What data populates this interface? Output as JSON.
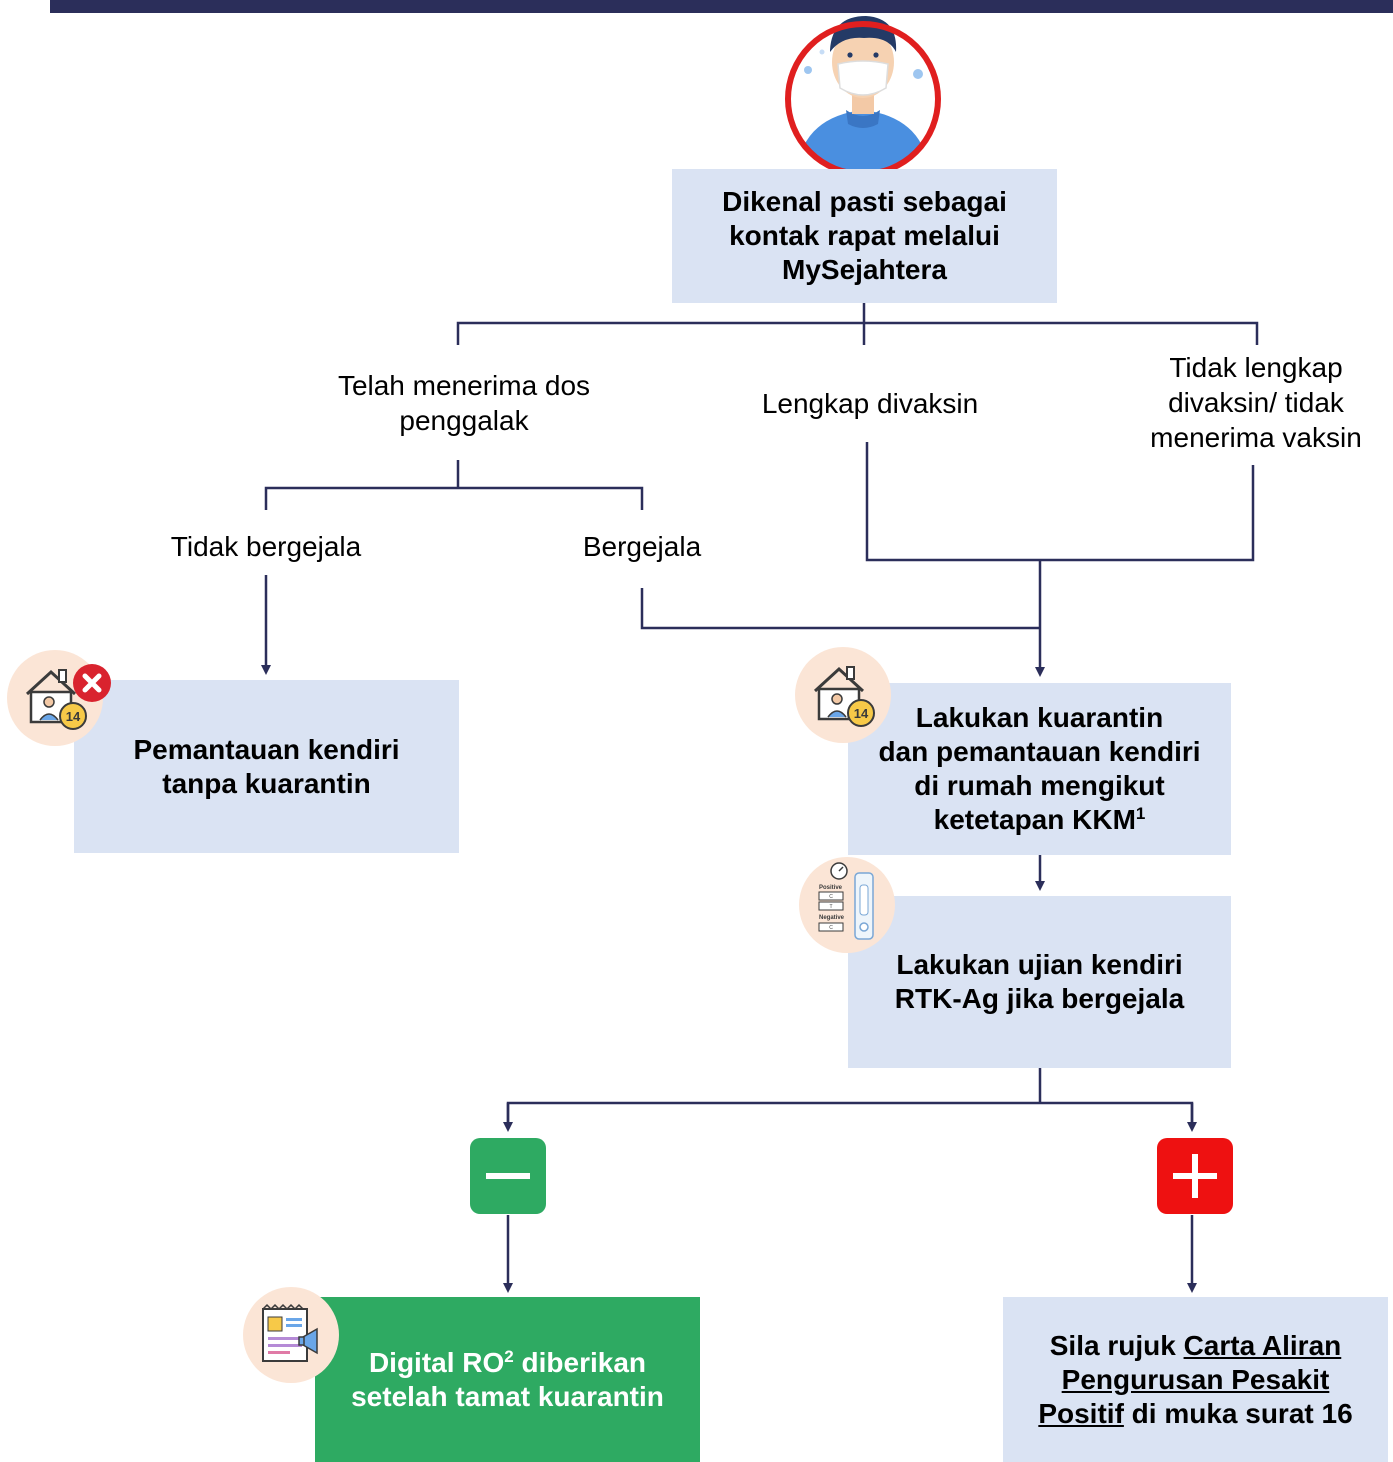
{
  "colors": {
    "box_fill": "#dae3f3",
    "green_box": "#2eaa62",
    "connector": "#2b2e5a",
    "negative_sign": "#2eaa62",
    "positive_sign": "#ee1111",
    "icon_bg": "#fbe5d6",
    "avatar_ring": "#e01f1f"
  },
  "nodes": {
    "start": {
      "line1": "Dikenal pasti sebagai",
      "line2": "kontak rapat melalui",
      "line3": "MySejahtera"
    },
    "self_monitor": {
      "line1": "Pemantauan kendiri",
      "line2": "tanpa kuarantin"
    },
    "quarantine": {
      "line1": "Lakukan kuarantin",
      "line2": "dan pemantauan kendiri",
      "line3": "di rumah mengikut",
      "line4": "ketetapan KKM",
      "sup": "1"
    },
    "self_test": {
      "line1": "Lakukan ujian kendiri",
      "line2": "RTK-Ag jika bergejala"
    },
    "digital_ro": {
      "pre": "Digital RO",
      "sup": "2",
      "post": " diberikan",
      "line2": "setelah tamat kuarantin"
    },
    "refer": {
      "pre": "Sila rujuk ",
      "link1": "Carta Aliran",
      "link2": "Pengurusan Pesakit",
      "link3": "Positif",
      "post": " di muka surat 16"
    }
  },
  "labels": {
    "booster_line1": "Telah menerima dos",
    "booster_line2": "penggalak",
    "fully_vaccinated": "Lengkap divaksin",
    "not_full_line1": "Tidak lengkap",
    "not_full_line2": "divaksin/ tidak",
    "not_full_line3": "menerima vaksin",
    "asymptomatic": "Tidak bergejala",
    "symptomatic": "Bergejala"
  },
  "icons": {
    "avatar": "masked-person-icon",
    "home_quarantine_cancel": "home-quarantine-cancel-icon",
    "home_quarantine": "home-quarantine-14-icon",
    "test_kit": "rtk-ag-test-kit-icon",
    "certificate": "digital-certificate-icon",
    "negative": "minus-icon",
    "positive": "plus-icon",
    "test_kit_text": {
      "positive": "Positive",
      "negative": "Negative",
      "c": "C",
      "t": "T"
    }
  }
}
